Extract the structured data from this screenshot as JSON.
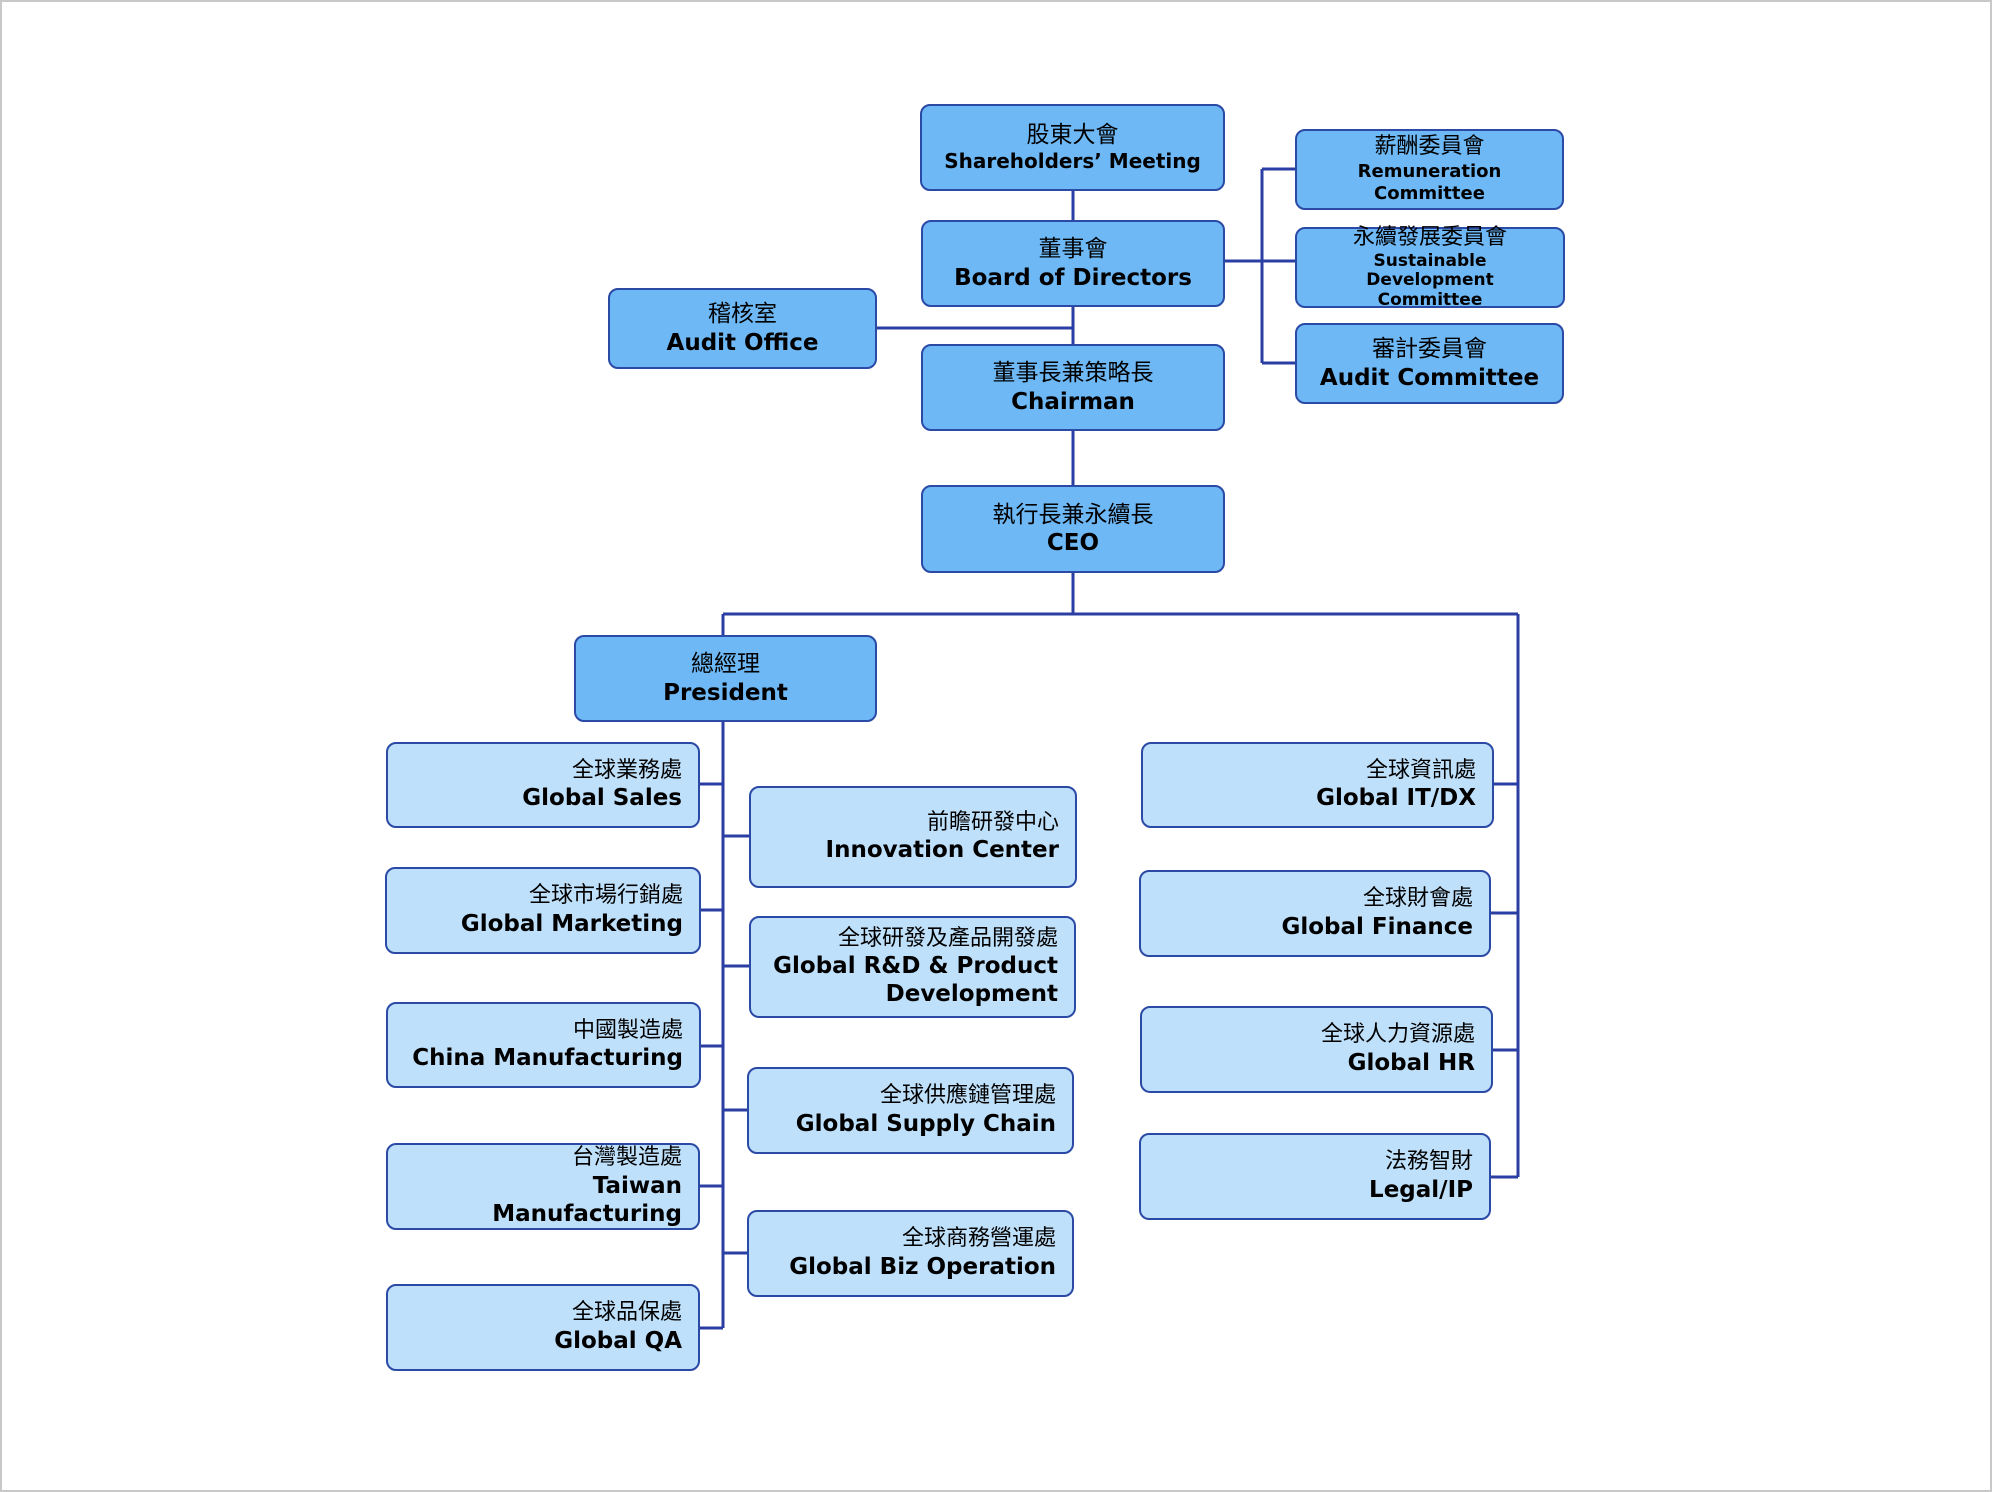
{
  "colors": {
    "line": "#2a3ea3",
    "box_dark": "#6db8f5",
    "box_light": "#bfe0fa",
    "border": "#2a4aa6"
  },
  "nodes": {
    "shareholders": {
      "zh": "股東大會",
      "en": "Shareholders’ Meeting"
    },
    "board": {
      "zh": "董事會",
      "en": "Board of Directors"
    },
    "audit_office": {
      "zh": "稽核室",
      "en": "Audit Office"
    },
    "chairman": {
      "zh": "董事長兼策略長",
      "en": "Chairman"
    },
    "ceo": {
      "zh": "執行長兼永續長",
      "en": "CEO"
    },
    "president": {
      "zh": "總經理",
      "en": "President"
    },
    "remuneration": {
      "zh": "薪酬委員會",
      "en": "Remuneration Committee"
    },
    "sustainable": {
      "zh": "永續發展委員會",
      "en": "Sustainable Development Committee"
    },
    "audit_committee": {
      "zh": "審計委員會",
      "en": "Audit Committee"
    },
    "global_sales": {
      "zh": "全球業務處",
      "en": "Global Sales"
    },
    "global_marketing": {
      "zh": "全球市場行銷處",
      "en": "Global Marketing"
    },
    "china_mfg": {
      "zh": "中國製造處",
      "en": "China Manufacturing"
    },
    "taiwan_mfg": {
      "zh": "台灣製造處",
      "en": "Taiwan Manufacturing"
    },
    "global_qa": {
      "zh": "全球品保處",
      "en": "Global QA"
    },
    "innovation": {
      "zh": "前瞻研發中心",
      "en": "Innovation Center"
    },
    "rnd": {
      "zh": "全球研發及產品開發處",
      "en": "Global R&D & Product Development"
    },
    "supply_chain": {
      "zh": "全球供應鏈管理處",
      "en": "Global Supply Chain"
    },
    "biz_operation": {
      "zh": "全球商務營運處",
      "en": "Global Biz Operation"
    },
    "it_dx": {
      "zh": "全球資訊處",
      "en": "Global IT/DX"
    },
    "finance": {
      "zh": "全球財會處",
      "en": "Global Finance"
    },
    "hr": {
      "zh": "全球人力資源處",
      "en": "Global HR"
    },
    "legal": {
      "zh": "法務智財",
      "en": "Legal/IP"
    }
  }
}
